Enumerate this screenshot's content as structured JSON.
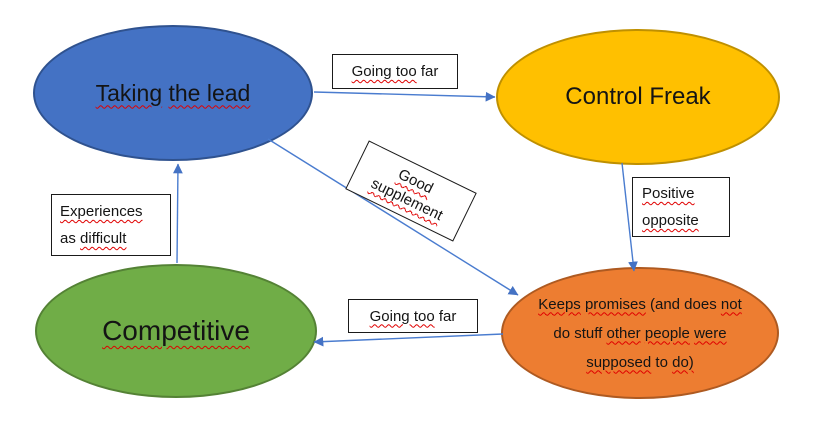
{
  "colors": {
    "background": "#ffffff",
    "arrow_line": "#4a7ccf",
    "arrow_head": "#4472c4",
    "spellcheck": "#e00000",
    "box_border": "#1a1a1a",
    "text": "#141414"
  },
  "nodes": {
    "taking_the_lead": {
      "label": "Taking the lead",
      "fill": "#4472c4",
      "border": "#2f528f",
      "lines": [
        [
          {
            "t": "Taking",
            "w": 1
          },
          {
            "t": " "
          },
          {
            "t": "the lead",
            "w": 1
          }
        ]
      ]
    },
    "control_freak": {
      "label": "Control Freak",
      "fill": "#ffc000",
      "border": "#bf9000",
      "lines": [
        [
          {
            "t": "Control Freak"
          }
        ]
      ]
    },
    "competitive": {
      "label": "Competitive",
      "fill": "#70ad47",
      "border": "#548235",
      "lines": [
        [
          {
            "t": "Competitive",
            "w": 1
          }
        ]
      ]
    },
    "keeps_promises": {
      "label": "Keeps promises (and does not do stuff other people were supposed to do)",
      "fill": "#ed7d31",
      "border": "#ae5a21",
      "lines": [
        [
          {
            "t": "Keeps",
            "w": 1
          },
          {
            "t": " "
          },
          {
            "t": "promises",
            "w": 1
          },
          {
            "t": " (and does "
          },
          {
            "t": "not",
            "w": 1
          }
        ],
        [
          {
            "t": "do stuff "
          },
          {
            "t": "other",
            "w": 1
          },
          {
            "t": " "
          },
          {
            "t": "people",
            "w": 1
          },
          {
            "t": " "
          },
          {
            "t": "were",
            "w": 1
          }
        ],
        [
          {
            "t": "supposed",
            "w": 1
          },
          {
            "t": " to "
          },
          {
            "t": "do)",
            "w": 1
          }
        ]
      ]
    }
  },
  "edge_labels": {
    "going_too_far_top": {
      "label": "Going too far",
      "lines": [
        [
          {
            "t": "Going too",
            "w": 1
          },
          {
            "t": " far"
          }
        ]
      ]
    },
    "good_supplement": {
      "label": "Good supplement",
      "lines": [
        [
          {
            "t": "Good",
            "w": 1
          }
        ],
        [
          {
            "t": "supplement",
            "w": 1
          }
        ]
      ]
    },
    "positive_opposite": {
      "label": "Positive opposite",
      "lines": [
        [
          {
            "t": "Positive",
            "w": 1
          }
        ],
        [
          {
            "t": "opposite",
            "w": 1
          }
        ]
      ]
    },
    "experiences_as_difficult": {
      "label": "Experiences as difficult",
      "lines": [
        [
          {
            "t": "Experiences",
            "w": 1
          }
        ],
        [
          {
            "t": "as "
          },
          {
            "t": "difficult",
            "w": 1
          }
        ]
      ]
    },
    "going_too_far_bottom": {
      "label": "Going too far",
      "lines": [
        [
          {
            "t": "Going too",
            "w": 1
          },
          {
            "t": " far"
          }
        ]
      ]
    }
  },
  "edges": [
    {
      "from": "taking_the_lead",
      "to": "control_freak",
      "label": "Going too far"
    },
    {
      "from": "control_freak",
      "to": "keeps_promises",
      "label": "Positive opposite"
    },
    {
      "from": "taking_the_lead",
      "to": "keeps_promises",
      "label": "Good supplement"
    },
    {
      "from": "keeps_promises",
      "to": "competitive",
      "label": "Going too far"
    },
    {
      "from": "competitive",
      "to": "taking_the_lead",
      "label": "Experiences as difficult"
    }
  ]
}
